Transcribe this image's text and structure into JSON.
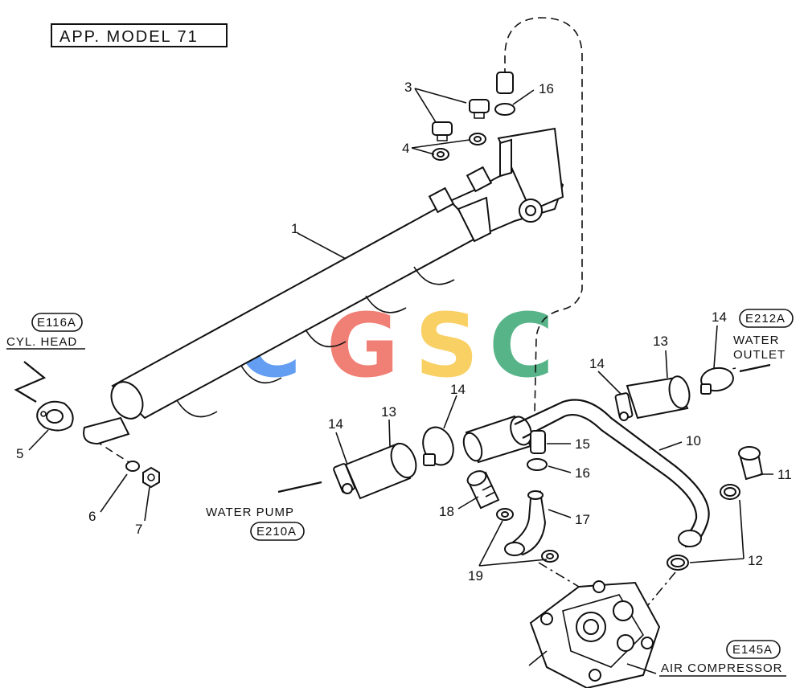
{
  "model_label": "APP. MODEL 71",
  "watermark": {
    "letters": [
      "C",
      "G",
      "S",
      "C"
    ],
    "colors": [
      "#4a8ef0",
      "#ee6a5e",
      "#f7c84a",
      "#3aa874"
    ]
  },
  "refs": {
    "cyl_head": {
      "code": "E116A",
      "name": "CYL. HEAD"
    },
    "water_outlet": {
      "code": "E212A",
      "name_line1": "WATER",
      "name_line2": "OUTLET"
    },
    "water_pump": {
      "name": "WATER PUMP",
      "code": "E210A"
    },
    "air_compressor": {
      "code": "E145A",
      "name": "AIR COMPRESSOR"
    }
  },
  "callouts": {
    "c1": "1",
    "c3": "3",
    "c4": "4",
    "c5": "5",
    "c6": "6",
    "c7": "7",
    "c10": "10",
    "c11": "11",
    "c12": "12",
    "c13a": "13",
    "c13b": "13",
    "c14a": "14",
    "c14b": "14",
    "c14c": "14",
    "c14d": "14",
    "c15": "15",
    "c16a": "16",
    "c16b": "16",
    "c17": "17",
    "c18": "18",
    "c19": "19"
  }
}
